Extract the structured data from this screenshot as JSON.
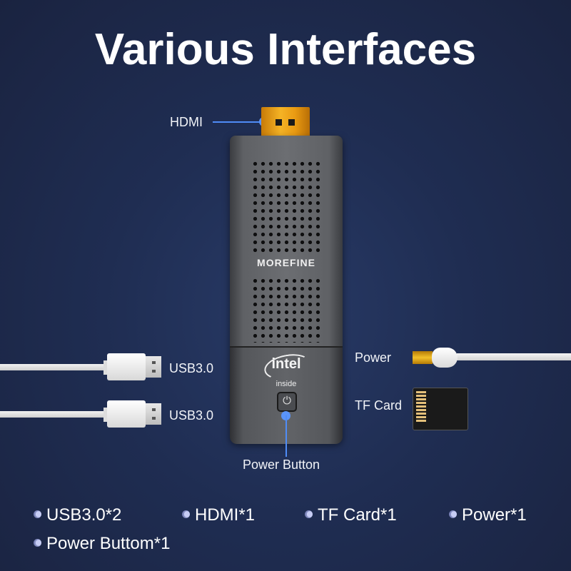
{
  "title": "Various Interfaces",
  "product": {
    "brand": "MOREFINE",
    "badge_main": "intel",
    "badge_sub": "inside",
    "power_glyph": "⏻"
  },
  "callouts": {
    "hdmi": "HDMI",
    "usb1": "USB3.0",
    "usb2": "USB3.0",
    "power": "Power",
    "tf_card": "TF Card",
    "power_button": "Power Button"
  },
  "features": [
    {
      "label": "USB3.0*2"
    },
    {
      "label": "HDMI*1"
    },
    {
      "label": "TF Card*1"
    },
    {
      "label": "Power*1"
    },
    {
      "label": "Power Buttom*1"
    }
  ],
  "colors": {
    "accent": "#4f8cf7",
    "background": "#1f2d52",
    "hdmi_gold": "#f5b325"
  }
}
